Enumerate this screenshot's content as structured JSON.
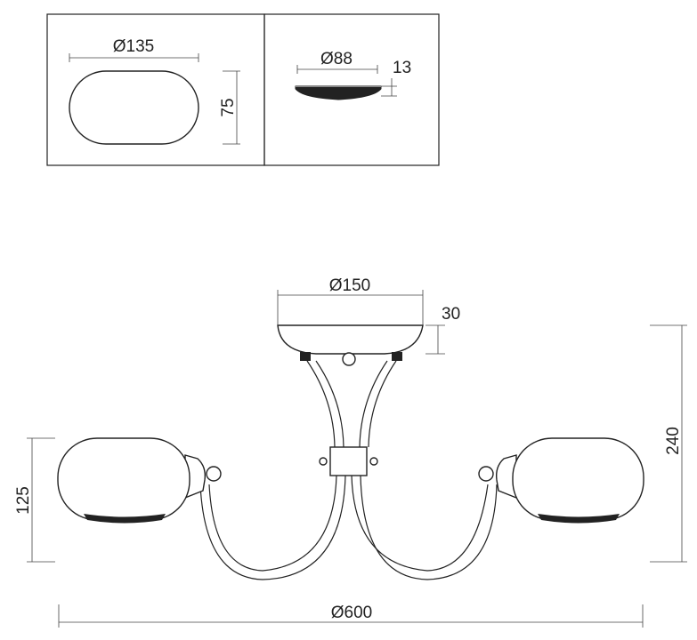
{
  "detail_panel": {
    "shade_diameter": "Ø135",
    "shade_height": "75",
    "bulb_diameter": "Ø88",
    "bulb_height": "13"
  },
  "fixture": {
    "canopy_diameter": "Ø150",
    "canopy_height": "30",
    "shade_height": "125",
    "total_height": "240",
    "total_width": "Ø600"
  }
}
